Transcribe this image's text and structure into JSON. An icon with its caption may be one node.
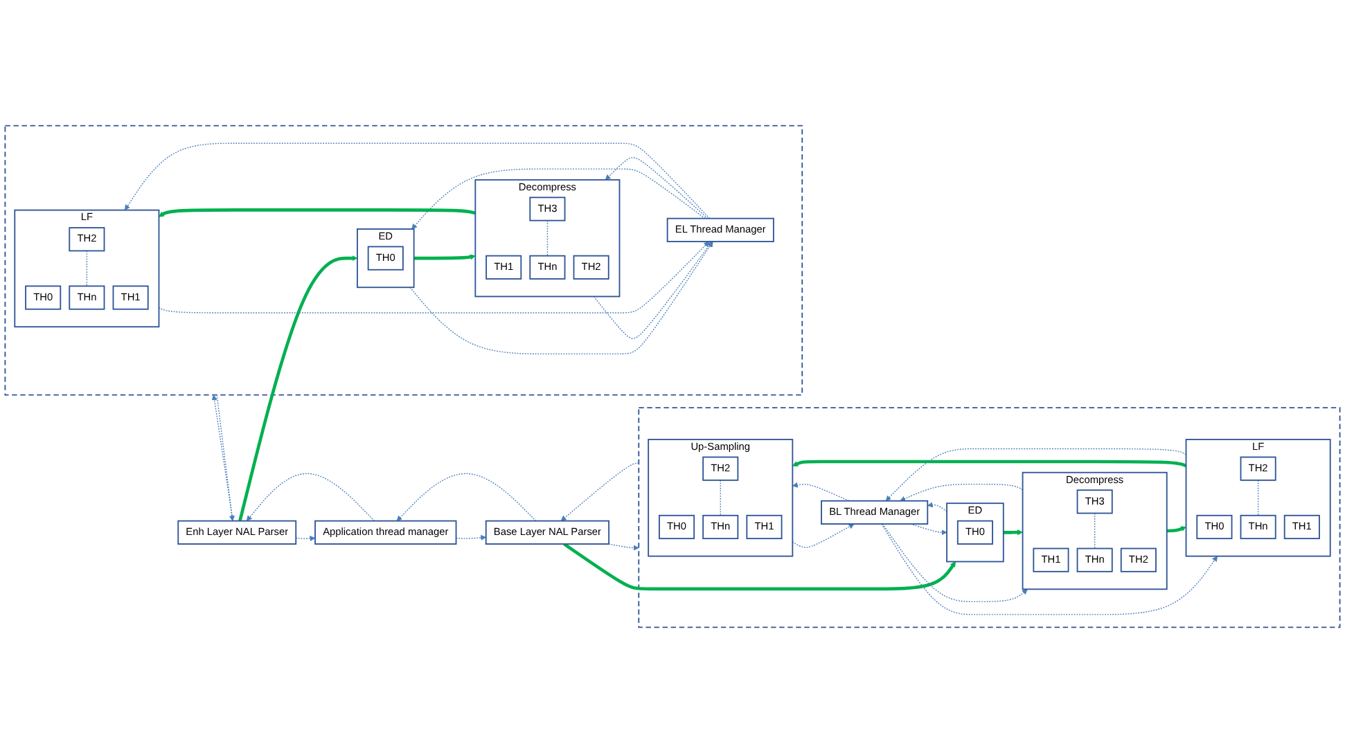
{
  "diagram": {
    "nodes": [
      {
        "text": [
          "Application thread manager"
        ]
      },
      {
        "text": [
          "Base Layer NAL Parser"
        ]
      },
      {
        "text": [
          "Enh Layer NAL Parser"
        ]
      },
      {
        "text": [],
        "shape": "box"
      },
      {
        "text": [
          "BL Thread Manager"
        ],
        "in": 3
      },
      {
        "text": [
          "ED"
        ],
        "in": 3
      },
      {
        "text": [
          "TH0"
        ],
        "in": 5
      },
      {
        "text": [
          "Decompress"
        ],
        "in": 3
      },
      {
        "text": [
          "TH1"
        ],
        "in": 7
      },
      {
        "text": [
          "TH2"
        ],
        "in": 7
      },
      {
        "text": [
          "TH3"
        ],
        "in": 7
      },
      {
        "text": [
          "THn"
        ],
        "in": 7
      },
      {
        "text": [
          "LF"
        ],
        "in": 3
      },
      {
        "text": [
          "TH0"
        ],
        "in": 12
      },
      {
        "text": [
          "TH1"
        ],
        "in": 12
      },
      {
        "text": [
          "TH2"
        ],
        "in": 12
      },
      {
        "text": [
          "THn"
        ],
        "in": 12
      },
      {
        "text": [
          "Up-Sampling"
        ],
        "in": 3
      },
      {
        "text": [
          "TH0"
        ],
        "in": 17
      },
      {
        "text": [
          "TH1"
        ],
        "in": 17
      },
      {
        "text": [
          "TH2"
        ],
        "in": 17
      },
      {
        "text": [
          "THn"
        ],
        "in": 17
      },
      {
        "text": [],
        "shape": "box"
      },
      {
        "text": [
          "EL Thread Manager"
        ],
        "in": 22
      },
      {
        "text": [
          "ED"
        ],
        "in": 22
      },
      {
        "text": [
          "TH0"
        ],
        "in": 24
      },
      {
        "text": [
          "Decompress"
        ],
        "in": 22
      },
      {
        "text": [
          "TH1"
        ],
        "in": 26
      },
      {
        "text": [
          "TH2"
        ],
        "in": 26
      },
      {
        "text": [
          "TH3"
        ],
        "in": 26
      },
      {
        "text": [
          "THn"
        ],
        "in": 26
      },
      {
        "text": [
          "LF"
        ],
        "in": 22
      },
      {
        "text": [
          "TH0"
        ],
        "in": 31
      },
      {
        "text": [
          "TH1"
        ],
        "in": 31
      },
      {
        "text": [
          "TH2"
        ],
        "in": 31
      },
      {
        "text": [
          "THn"
        ],
        "in": 31
      }
    ],
    "edges": [
      {
        "from": 0,
        "to": 1,
        "arrow": "to",
        "style": "dashed"
      },
      {
        "from": 0,
        "to": 2,
        "arrow": "to",
        "style": "dashed"
      },
      {
        "from": 1,
        "to": 3,
        "arrow": "to",
        "style": "dashed"
      },
      {
        "from": 2,
        "to": 22,
        "arrow": "to",
        "style": "dashed"
      },
      {
        "from": 1,
        "to": 5,
        "arrow": "to",
        "style": "thick",
        "color": "#00b050"
      },
      {
        "from": 2,
        "to": 24,
        "arrow": "to",
        "style": "thick",
        "color": "#00b050"
      },
      {
        "from": 4,
        "to": 5,
        "arrow": "to",
        "style": "dashed"
      },
      {
        "from": 4,
        "to": 7,
        "arrow": "to",
        "style": "dashed"
      },
      {
        "from": 4,
        "to": 12,
        "arrow": "to",
        "style": "dashed"
      },
      {
        "from": 4,
        "to": 17,
        "arrow": "to",
        "style": "dashed"
      },
      {
        "from": 23,
        "to": 24,
        "arrow": "to",
        "style": "dashed"
      },
      {
        "from": 23,
        "to": 26,
        "arrow": "to",
        "style": "dashed"
      },
      {
        "from": 23,
        "to": 31,
        "arrow": "to",
        "style": "dashed"
      },
      {
        "from": 5,
        "to": 7,
        "arrow": "to",
        "style": "thick",
        "color": "#00b050"
      },
      {
        "from": 7,
        "to": 12,
        "arrow": "to",
        "style": "thick",
        "color": "#00b050"
      },
      {
        "from": 12,
        "to": 17,
        "arrow": "to",
        "style": "thick",
        "color": "#00b050"
      },
      {
        "from": 24,
        "to": 26,
        "arrow": "to",
        "style": "thick",
        "color": "#00b050"
      },
      {
        "from": 26,
        "to": 31,
        "arrow": "to",
        "style": "thick",
        "color": "#00b050"
      },
      {
        "from": 10,
        "to": 11,
        "arrow": "none",
        "style": "dashed"
      },
      {
        "from": 15,
        "to": 16,
        "arrow": "none",
        "style": "dashed"
      },
      {
        "from": 20,
        "to": 21,
        "arrow": "none",
        "style": "dashed"
      },
      {
        "from": 29,
        "to": 30,
        "arrow": "none",
        "style": "dashed"
      },
      {
        "from": 34,
        "to": 35,
        "arrow": "none",
        "style": "dashed"
      },
      {
        "from": 1,
        "to": 0,
        "arrow": "to",
        "style": "dashed"
      },
      {
        "from": 2,
        "to": 0,
        "arrow": "to",
        "style": "dashed"
      },
      {
        "from": 3,
        "to": 1,
        "arrow": "to",
        "style": "dashed"
      },
      {
        "from": 22,
        "to": 2,
        "arrow": "to",
        "style": "dashed"
      },
      {
        "from": 5,
        "to": 4,
        "arrow": "to",
        "style": "dashed"
      },
      {
        "from": 7,
        "to": 4,
        "arrow": "to",
        "style": "dashed"
      },
      {
        "from": 12,
        "to": 4,
        "arrow": "to",
        "style": "dashed"
      },
      {
        "from": 17,
        "to": 4,
        "arrow": "to",
        "style": "dashed"
      },
      {
        "from": 24,
        "to": 23,
        "arrow": "to",
        "style": "dashed"
      },
      {
        "from": 26,
        "to": 23,
        "arrow": "to",
        "style": "dashed"
      },
      {
        "from": 31,
        "to": 23,
        "arrow": "to",
        "style": "dashed"
      }
    ]
  }
}
